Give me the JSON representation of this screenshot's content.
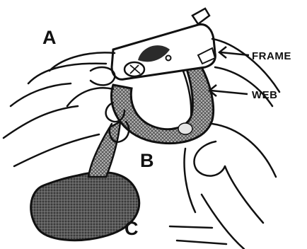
{
  "labels": {
    "a": "A",
    "b": "B",
    "c": "C",
    "frame": "FRAME",
    "web": "WEB"
  },
  "colors": {
    "ink": "#111111",
    "paper": "#ffffff",
    "web_fill": "#8a8a8a",
    "weight_fill": "#4a4a4a"
  }
}
